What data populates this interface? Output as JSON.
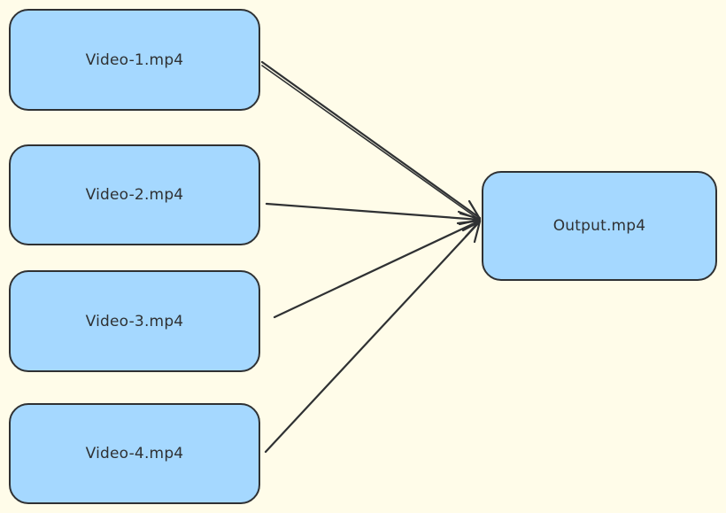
{
  "diagram": {
    "colors": {
      "background": "#fffce9",
      "node_fill": "#a5d8ff",
      "stroke": "#2f3133"
    },
    "inputs": [
      {
        "label": "Video-1.mp4"
      },
      {
        "label": "Video-2.mp4"
      },
      {
        "label": "Video-3.mp4"
      },
      {
        "label": "Video-4.mp4"
      }
    ],
    "output": {
      "label": "Output.mp4"
    },
    "edges": [
      {
        "from": "Video-1.mp4",
        "to": "Output.mp4"
      },
      {
        "from": "Video-2.mp4",
        "to": "Output.mp4"
      },
      {
        "from": "Video-3.mp4",
        "to": "Output.mp4"
      },
      {
        "from": "Video-4.mp4",
        "to": "Output.mp4"
      }
    ]
  }
}
